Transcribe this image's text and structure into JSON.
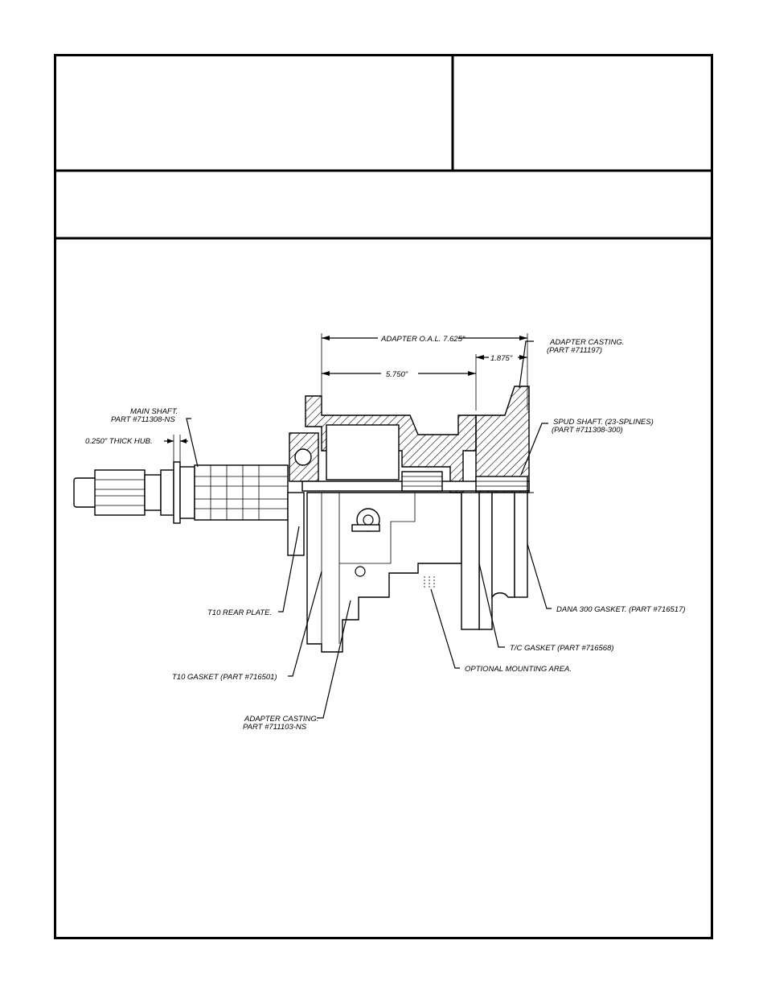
{
  "labels": {
    "adapter_oal": "ADAPTER O.A.L. 7.625\"",
    "dim_1875": "1.875\"",
    "dim_5750": "5.750\"",
    "adapter_casting_rear_1": "ADAPTER CASTING.",
    "adapter_casting_rear_2": "(PART #711197)",
    "main_shaft_1": "MAIN SHAFT.",
    "main_shaft_2": "PART #711308-NS",
    "thick_hub": "0.250\" THICK HUB.",
    "spud_shaft_1": "SPUD SHAFT. (23-SPLINES)",
    "spud_shaft_2": "(PART #711308-300)",
    "t10_rear_plate": "T10 REAR PLATE.",
    "dana_gasket": "DANA 300 GASKET. (PART #716517)",
    "tc_gasket": "T/C GASKET (PART #716568)",
    "optional_mounting": "OPTIONAL MOUNTING AREA.",
    "t10_gasket": "T10 GASKET (PART #716501)",
    "adapter_casting_front_1": "ADAPTER CASTING.",
    "adapter_casting_front_2": "PART #711103-NS"
  }
}
